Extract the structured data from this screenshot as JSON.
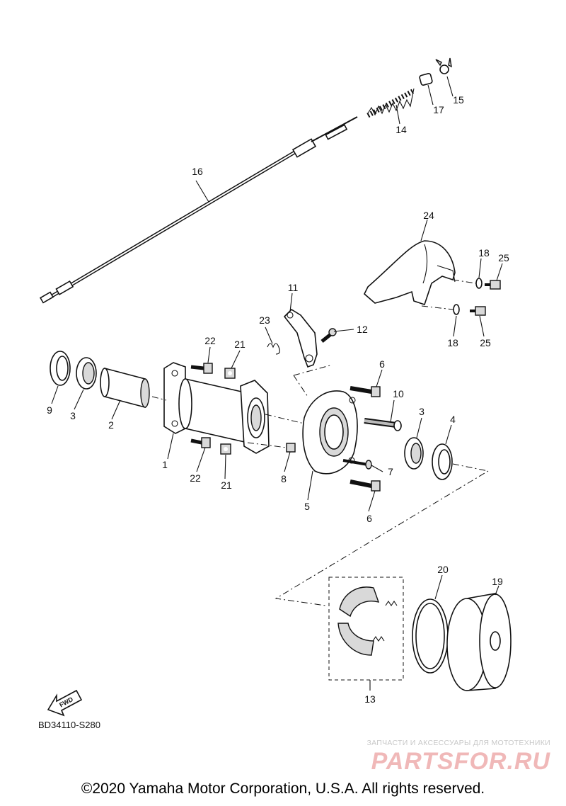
{
  "diagram": {
    "callouts": {
      "c1": "1",
      "c2": "2",
      "c3a": "3",
      "c3b": "3",
      "c4": "4",
      "c5": "5",
      "c6a": "6",
      "c6b": "6",
      "c7": "7",
      "c8": "8",
      "c9": "9",
      "c10": "10",
      "c11": "11",
      "c12": "12",
      "c13": "13",
      "c14": "14",
      "c15": "15",
      "c16": "16",
      "c17": "17",
      "c18a": "18",
      "c18b": "18",
      "c19": "19",
      "c20": "20",
      "c21a": "21",
      "c21b": "21",
      "c22a": "22",
      "c22b": "22",
      "c23": "23",
      "c24": "24",
      "c25a": "25",
      "c25b": "25"
    },
    "fwd_label": "FWD",
    "code": "BD34110-S280"
  },
  "watermark": {
    "subtitle": "ЗАПЧАСТИ И АКСЕССУАРЫ ДЛЯ МОТОТЕХНИКИ",
    "logo": "PARTSFOR.RU"
  },
  "copyright": "©2020 Yamaha Motor Corporation, U.S.A. All rights reserved."
}
